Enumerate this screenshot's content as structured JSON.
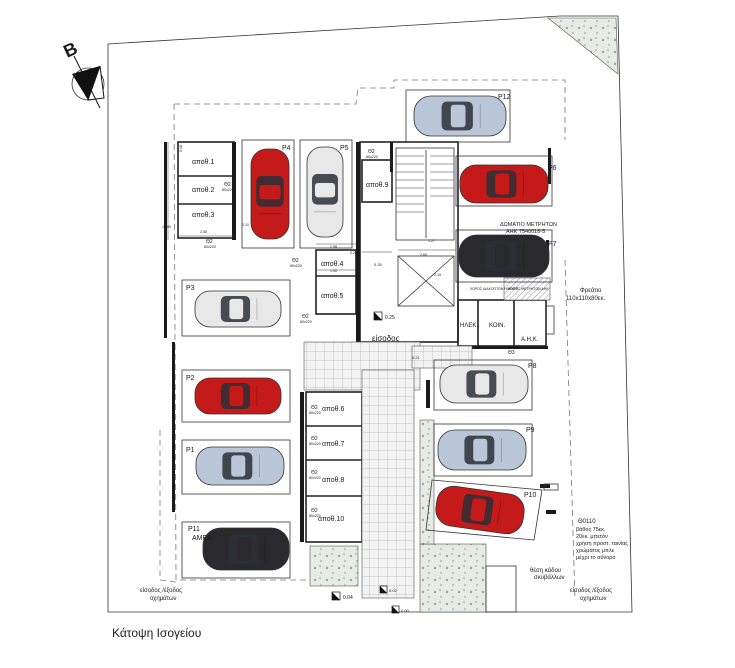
{
  "caption": "Κάτοψη Ισογείου",
  "north_letter": "B",
  "storages": [
    {
      "id": "s1",
      "name": "αποθ.1"
    },
    {
      "id": "s2",
      "name": "αποθ.2"
    },
    {
      "id": "s3",
      "name": "αποθ.3"
    },
    {
      "id": "s4",
      "name": "αποθ.4"
    },
    {
      "id": "s5",
      "name": "αποθ.5"
    },
    {
      "id": "s6",
      "name": "αποθ.6"
    },
    {
      "id": "s7",
      "name": "αποθ.7"
    },
    {
      "id": "s8",
      "name": "αποθ.8"
    },
    {
      "id": "s9",
      "name": "αποθ.9"
    },
    {
      "id": "s10",
      "name": "αποθ.10"
    }
  ],
  "doors": {
    "code": "Θ2",
    "size": "80x220",
    "code_small": "Θ3"
  },
  "parking": [
    {
      "id": "P1",
      "color": "#b9c7d8"
    },
    {
      "id": "P2",
      "color": "#c41a1a"
    },
    {
      "id": "P3",
      "color": "#e8e8e8"
    },
    {
      "id": "P4",
      "color": "#c41a1a"
    },
    {
      "id": "P5",
      "color": "#e8e8e8"
    },
    {
      "id": "P6",
      "color": "#c41a1a"
    },
    {
      "id": "P7",
      "color": "#2a2a2e"
    },
    {
      "id": "P8",
      "color": "#e8e8e8"
    },
    {
      "id": "P9",
      "color": "#b9c7d8"
    },
    {
      "id": "P10",
      "color": "#c41a1a"
    },
    {
      "id": "P11",
      "color": "#2a2a2e"
    },
    {
      "id": "P12",
      "color": "#b9c7d8"
    }
  ],
  "p11_sub": "ΑΜΕΑ",
  "entrance": "είσοδος",
  "meter_room": {
    "line1": "ΔΩΜΑΤΙΟ ΜΕΤΡΗΤΩΝ",
    "line2": "ΑΗΚ 7540018-5"
  },
  "elec": "ΗΛΕΚ.",
  "koin": "ΚΟΙΝ.",
  "ahk": "Α.Η.Κ.",
  "meter_space_1": "ΧΩΡΟΣ ΔΙΑΚΟΠΤΩΝ ΗΛΕΚΤΡ",
  "meter_space_2": "ΧΩΡΟΣ ΜΕΤΡΗΤΩΝ ΑΗΚ",
  "well": {
    "line1": "Φρεάτιο",
    "line2": "110x110x80εκ."
  },
  "grating": {
    "title": "Θ0110",
    "lines": [
      "βάθος 75εκ.",
      "20εκ. μπετόν",
      "χρήση προστ. ταινίας",
      "χρώματος μπλε",
      "μέχρι το σύνορο"
    ]
  },
  "bin": {
    "line1": "θέση κάδου",
    "line2": "σκυβάλλων"
  },
  "vehicle_entry": {
    "line1": "είσοδος /έξοδος",
    "line2": "οχημάτων"
  },
  "levels": {
    "l1": "0.25",
    "l2": "0.04",
    "l3": "0.02",
    "l4": "0.00",
    "l5": "0.21",
    "l6": "0.25"
  },
  "dims": {
    "a": "0.18",
    "b": "2.55",
    "c": "1.90",
    "d": "1.58",
    "e": "2.15",
    "f": "0.10",
    "g": "10.00",
    "h": "0.25",
    "i": "1.27",
    "j": "2.60"
  }
}
